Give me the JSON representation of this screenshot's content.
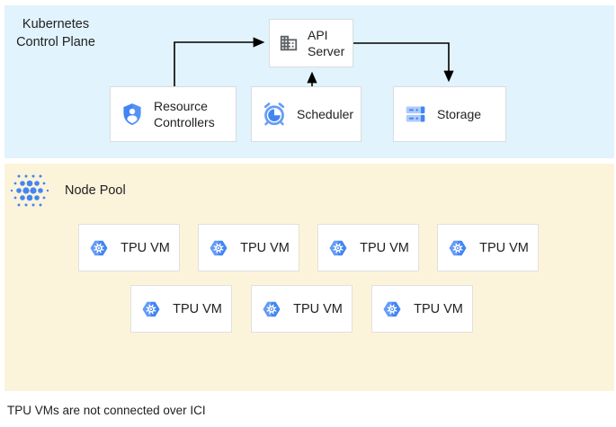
{
  "palette": {
    "control_plane_bg": "#e1f3fc",
    "node_pool_bg": "#fcf4da",
    "box_bg": "#ffffff",
    "box_border": "#dadce0",
    "arrow": "#000000",
    "google_blue": "#4285f4",
    "light_blue": "#669df6",
    "pale_blue": "#aecbfa",
    "icon_gray": "#5f6368",
    "text": "#202124"
  },
  "control_plane": {
    "label": "Kubernetes Control Plane",
    "nodes": {
      "api_server": {
        "label": "API Server",
        "icon": "building-icon"
      },
      "resource_controllers": {
        "label": "Resource Controllers",
        "icon": "shield-user-icon"
      },
      "scheduler": {
        "label": "Scheduler",
        "icon": "alarm-clock-icon"
      },
      "storage": {
        "label": "Storage",
        "icon": "server-stack-icon"
      }
    },
    "edges": [
      {
        "from": "resource_controllers",
        "to": "api_server"
      },
      {
        "from": "scheduler",
        "to": "api_server"
      },
      {
        "from": "api_server",
        "to": "storage"
      }
    ]
  },
  "node_pool": {
    "label": "Node Pool",
    "icon": "dot-cluster-icon",
    "vms": [
      "TPU VM",
      "TPU VM",
      "TPU VM",
      "TPU VM",
      "TPU VM",
      "TPU VM",
      "TPU VM"
    ]
  },
  "caption": "TPU VMs are not connected over ICI"
}
